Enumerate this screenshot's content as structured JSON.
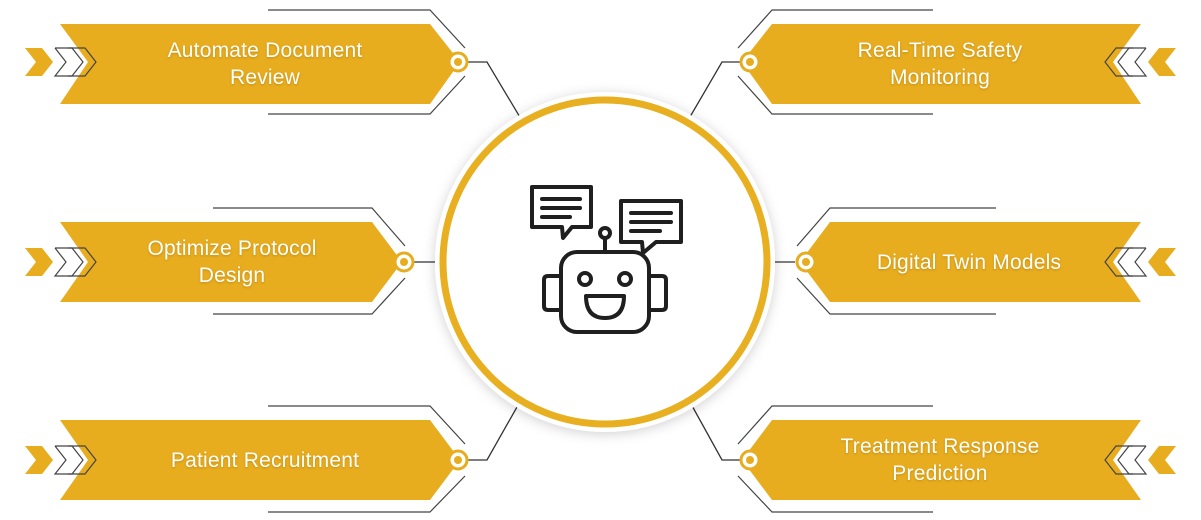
{
  "colors": {
    "gold": "#e8ad1e",
    "gold_dark": "#c98f0c",
    "outline": "#4a4a4a",
    "circle_ring": "#e8b021",
    "icon": "#1f1f1f"
  },
  "center": {
    "icon": "chatbot-robot-icon"
  },
  "nodes": {
    "left_top": {
      "line1": "Automate Document",
      "line2": "Review"
    },
    "left_mid": {
      "line1": "Optimize Protocol",
      "line2": "Design"
    },
    "left_bottom": {
      "line1": "Patient Recruitment",
      "line2": ""
    },
    "right_top": {
      "line1": "Real-Time Safety",
      "line2": "Monitoring"
    },
    "right_mid": {
      "line1": "Digital Twin Models",
      "line2": ""
    },
    "right_bottom": {
      "line1": "Treatment Response",
      "line2": "Prediction"
    }
  }
}
